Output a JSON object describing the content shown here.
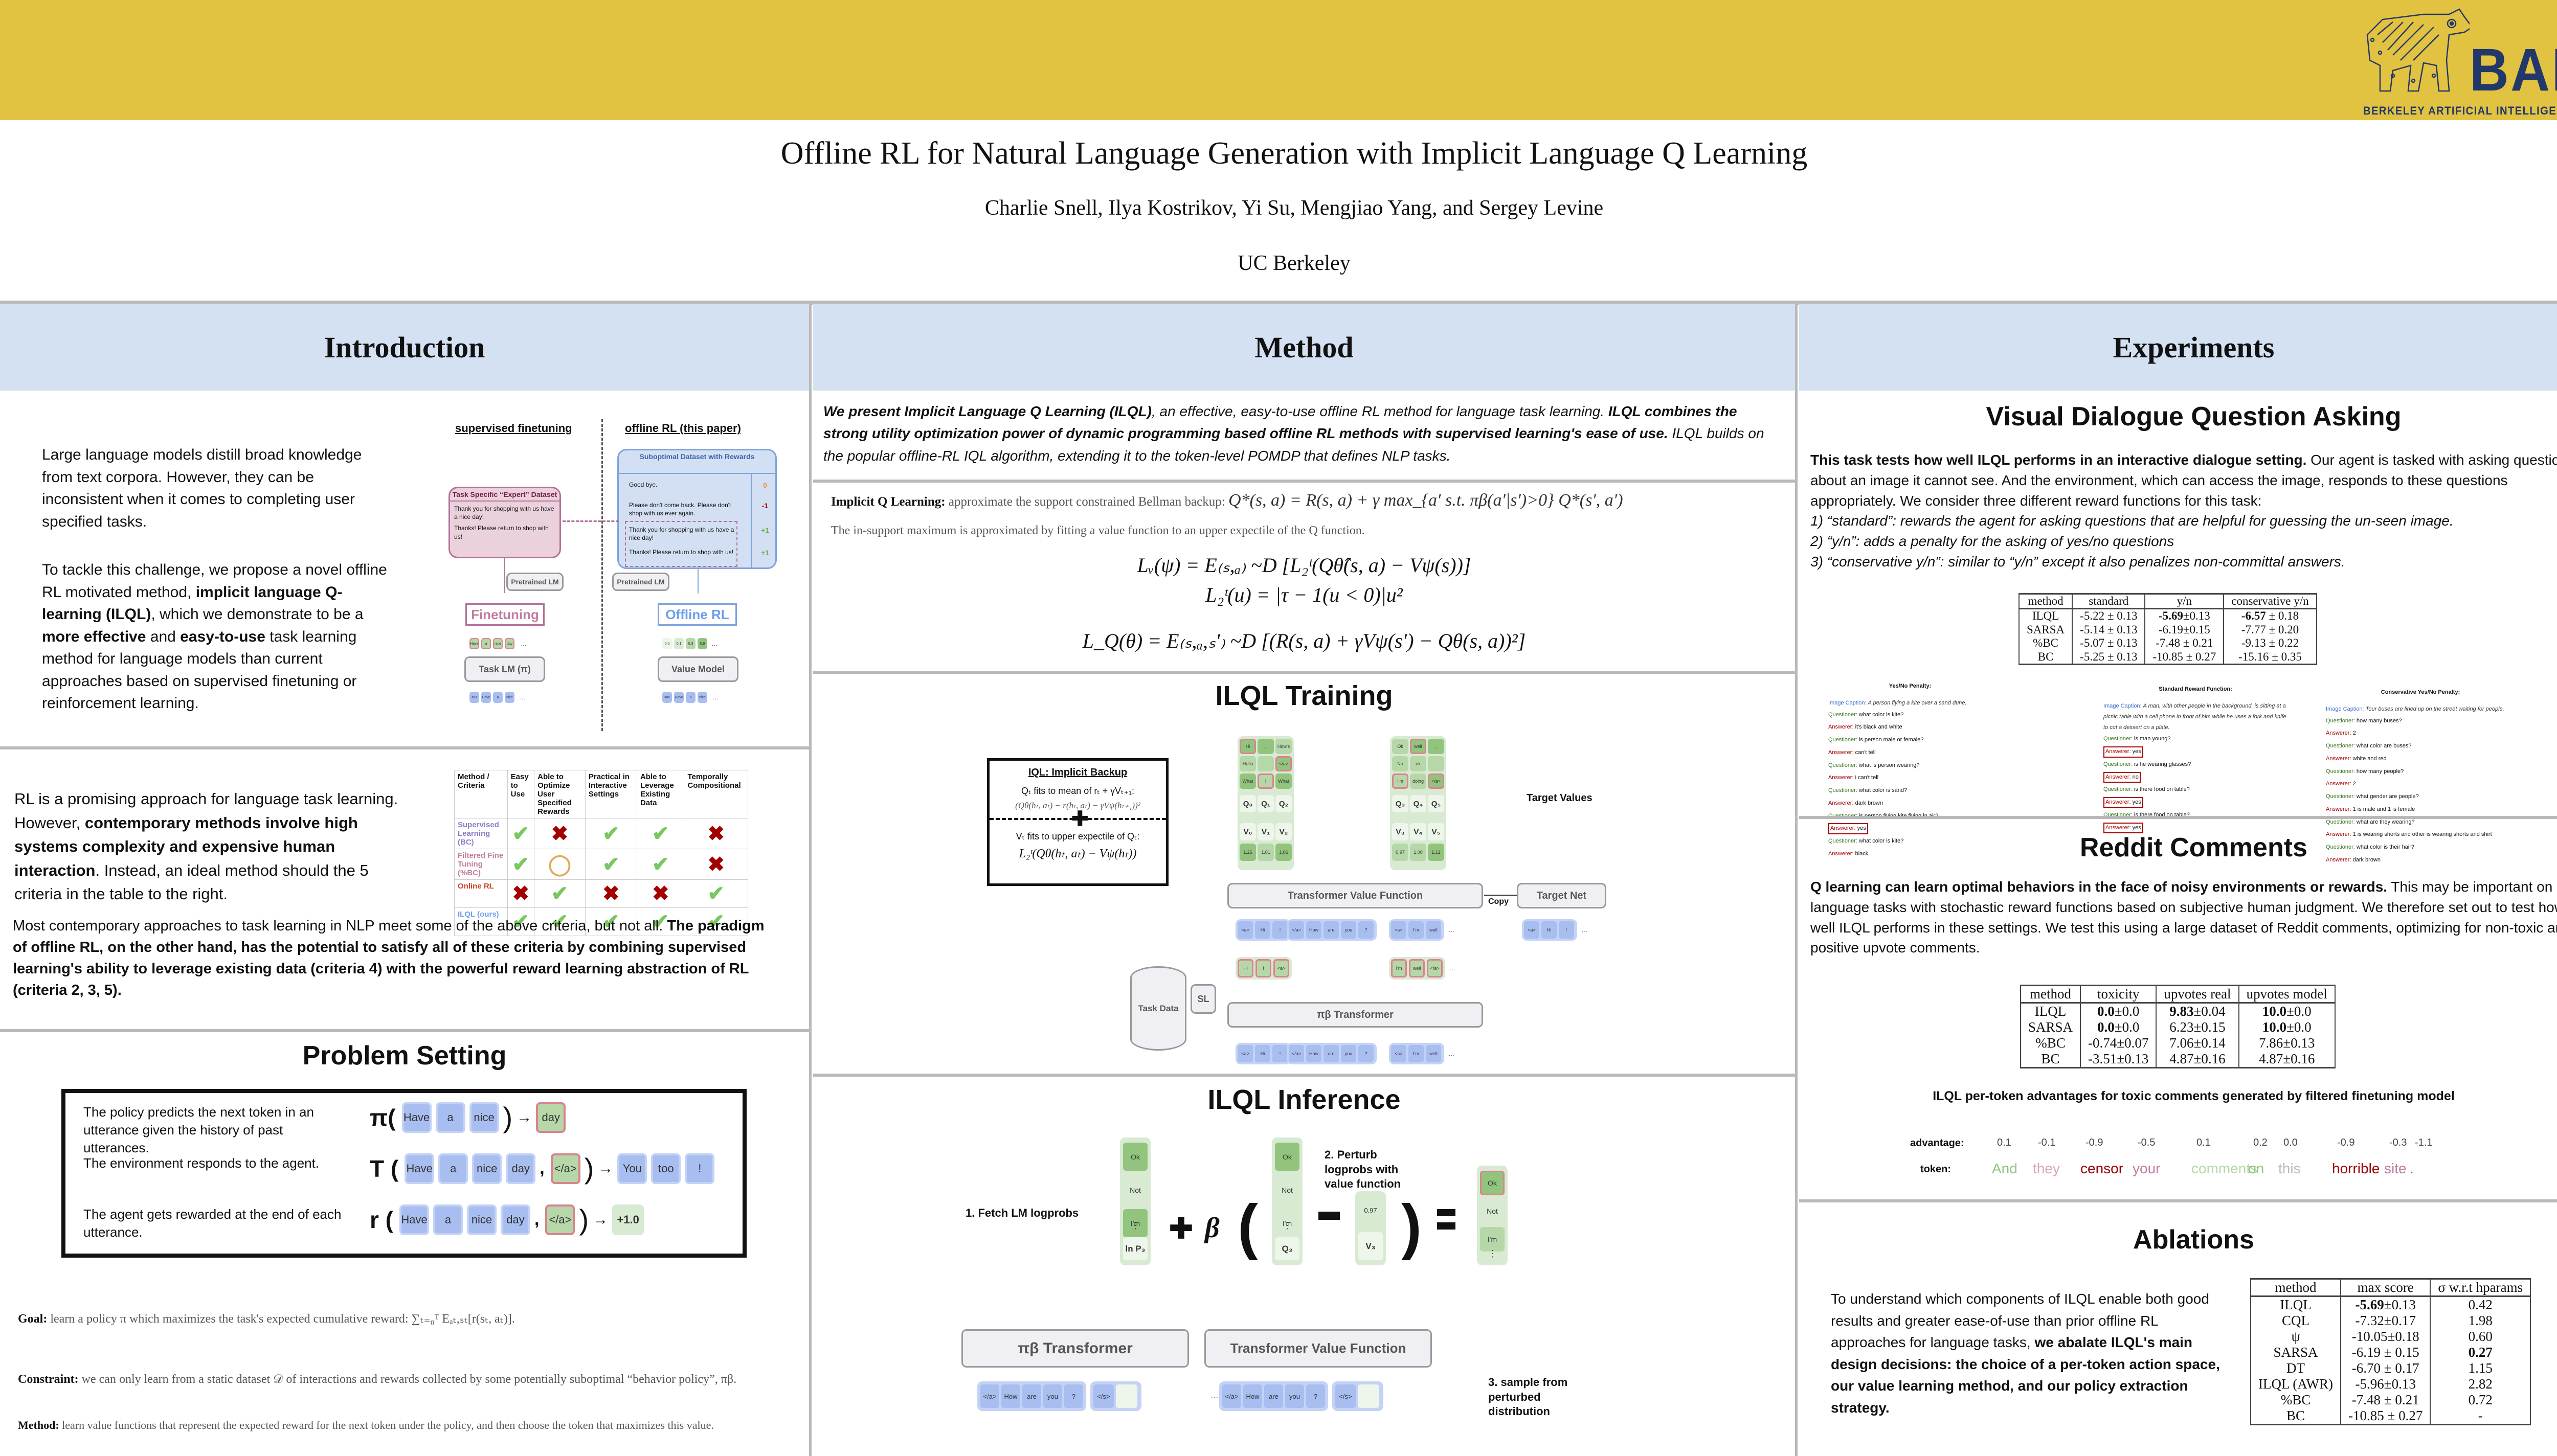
{
  "header": {
    "title": "Offline RL for Natural Language Generation with Implicit Language Q Learning",
    "authors": "Charlie Snell, Ilya Kostrikov, Yi Su, Mengjiao Yang, and Sergey Levine",
    "affiliation": "UC Berkeley",
    "logo_text": "BAIR",
    "logo_subtext": "BERKELEY ARTIFICIAL INTELLIGENCE RESEARCH",
    "banner_color": "#e2c241",
    "logo_color": "#22376a"
  },
  "columns": {
    "intro": "Introduction",
    "method": "Method",
    "experiments": "Experiments"
  },
  "intro": {
    "p1": "Large language models distill broad knowledge from text corpora. However, they can be inconsistent when it comes to completing user specified tasks.",
    "p2_a": "To tackle this challenge, we propose a novel offline RL motivated method, ",
    "p2_b": "implicit language Q-learning (ILQL)",
    "p2_c": ", which we demonstrate to be a ",
    "p2_d": "more effective",
    "p2_e": " and ",
    "p2_f": "easy-to-use",
    "p2_g": " task learning method for language models than current approaches based on supervised finetuning or reinforcement learning.",
    "figure": {
      "left_label": "supervised finetuning",
      "right_label": "offline RL (this paper)",
      "expert_title": "Task Specific “Expert” Dataset",
      "expert_lines": [
        "Thank you for shopping with us have a nice day!",
        "Thanks! Please return to shop with us!"
      ],
      "subopt_title": "Suboptimal Dataset with Rewards",
      "subopt_rows": [
        {
          "text": "Good bye.",
          "reward": "0",
          "color": "#e69138"
        },
        {
          "text": "Please don't come back. Please don't shop with us ever again.",
          "reward": "-1",
          "color": "#a40000"
        },
        {
          "text": "Thank you for shopping with us have a nice day!",
          "reward": "+1",
          "color": "#6aa84f"
        },
        {
          "text": "Thanks! Please return to shop with us!",
          "reward": "+1",
          "color": "#6aa84f"
        }
      ],
      "pretrained_lm": "Pretrained LM",
      "finetuning": "Finetuning",
      "offline_rl": "Offline RL",
      "task_lm": "Task LM (π)",
      "value_model": "Value Model",
      "out_tokens": [
        "Have",
        "a",
        "nice",
        "day"
      ],
      "values": [
        "0.0",
        "0.1",
        "0.3",
        "0.9"
      ],
      "in_tokens": [
        "<a>",
        "Have",
        "a",
        "nice"
      ],
      "ellipsis": "…"
    },
    "p3_a": "RL is a promising approach for language task learning. However, ",
    "p3_b": "contemporary methods involve high systems complexity and expensive human interaction",
    "p3_c": ". Instead, an ideal method should the 5 criteria in the table to the right.",
    "criteria_table": {
      "headers": [
        "Method / Criteria",
        "Easy to Use",
        "Able to Optimize User Specified Rewards",
        "Practical in Interactive Settings",
        "Able to Leverage Existing Data",
        "Temporally Compositional"
      ],
      "rows": [
        {
          "method": "Supervised Learning (BC)",
          "color": "#8e7cc3",
          "marks": [
            "check",
            "cross",
            "check",
            "check",
            "cross"
          ]
        },
        {
          "method": "Filtered Fine Tuning (%BC)",
          "color": "#c27ba0",
          "marks": [
            "check",
            "circle",
            "check",
            "check",
            "cross"
          ]
        },
        {
          "method": "Online RL",
          "color": "#cc4125",
          "marks": [
            "cross",
            "check",
            "cross",
            "cross",
            "check"
          ]
        },
        {
          "method": "ILQL (ours)",
          "color": "#6d9eeb",
          "marks": [
            "check",
            "check",
            "check",
            "check",
            "check"
          ]
        }
      ],
      "glyphs": {
        "check": "✔",
        "cross": "✖",
        "circle": "◯"
      }
    },
    "p4_a": "Most contemporary approaches to task learning in NLP meet some of the above criteria, but not all. ",
    "p4_b": "The paradigm of offline RL, on the other hand, has the potential to satisfy all of these criteria by combining supervised learning's ability to leverage existing data (criteria 4) with the powerful reward learning abstraction of RL (criteria 2, 3, 5)."
  },
  "problem": {
    "title": "Problem Setting",
    "rows": [
      {
        "desc": "The policy predicts the next token in an utterance given the history of past utterances.",
        "sym": "π(",
        "in": [
          "Have",
          "a",
          "nice"
        ],
        "sep": "",
        "out": [
          "day"
        ]
      },
      {
        "desc": "The environment responds to the agent.",
        "sym": "T (",
        "in": [
          "Have",
          "a",
          "nice",
          "day"
        ],
        "sep": "</a>",
        "out": [
          "You",
          "too",
          "!"
        ]
      },
      {
        "desc": "The agent gets rewarded at the end of each utterance.",
        "sym": "r (",
        "in": [
          "Have",
          "a",
          "nice",
          "day"
        ],
        "sep": "</a>",
        "out": [
          "+1.0"
        ]
      }
    ],
    "goal_label": "Goal:",
    "goal_text": "learn a policy π which maximizes the task's expected cumulative reward:  ∑ₜ₌₀ᵀ Eₐₜ,ₛₜ[r(sₜ, aₜ)].",
    "constraint_label": "Constraint:",
    "constraint_text": "we can only learn from a static dataset 𝒟 of interactions and rewards collected by some potentially suboptimal “behavior policy”, πβ.",
    "method_label": "Method:",
    "method_text": "learn value functions that represent the expected reward for the next token under the policy, and then choose the token that maximizes this value."
  },
  "method": {
    "intro_a": "We present Implicit Language Q Learning (ILQL)",
    "intro_b": ", an effective, easy-to-use offline RL method for language task learning. ",
    "intro_c": "ILQL combines the strong utility optimization power of dynamic programming based offline RL methods with supervised learning's ease of use.",
    "intro_d": " ILQL builds on the popular offline-RL IQL algorithm, extending it to the token-level POMDP that defines NLP tasks.",
    "iql_label": "Implicit Q Learning:",
    "iql_text": "approximate the support constrained Bellman backup:",
    "bellman": "Q*(s, a) = R(s, a) + γ max_{a′ s.t. πβ(a′|s′)>0} Q*(s′, a′)",
    "insupport": "The in-support maximum is approximated by fitting a value function to an upper expectile of the Q function.",
    "eq_lv": "Lᵥ(ψ) = E₍ₛ,ₐ₎ ~D [L₂ᵗ(Qθ̂(s, a) − Vψ(s))]",
    "eq_l2": "L₂ᵗ(u) = |τ − 1(u < 0)|u²",
    "eq_lq": "L_Q(θ) = E₍ₛ,ₐ,ₛ′₎ ~D [(R(s, a) + γVψ(s′) − Qθ(s, a))²]",
    "training": {
      "title": "ILQL Training",
      "backup_title": "IQL: Implicit Backup",
      "q_line": "Qₜ fits to mean of rₜ + γVₜ₊₁:",
      "q_eq": "(Qθ(hₜ, aₜ) − r(hₜ, aₜ) − γVψ(hₜ₊₁))²",
      "v_line": "Vₜ fits to upper expectile of Qₜ:",
      "v_eq": "L₂ᵗ(Qθ(hₜ, aₜ) − Vψ(hₜ))",
      "left_grid": [
        [
          "Hi",
          ",",
          "How's"
        ],
        [
          "Hello",
          ".",
          "</a>"
        ],
        [
          "What",
          "!",
          "What"
        ]
      ],
      "right_grid": [
        [
          "Ok",
          "well",
          ","
        ],
        [
          "No",
          "ok",
          "."
        ],
        [
          "I'm",
          "doing",
          "</a>"
        ]
      ],
      "q_left": [
        "Q₀",
        "Q₁",
        "Q₂"
      ],
      "q_right": [
        "Q₃",
        "Q₄",
        "Q₅"
      ],
      "v_left": [
        "V₀",
        "V₁",
        "V₂"
      ],
      "v_right": [
        "V₃",
        "V₄",
        "V₅"
      ],
      "vals_left": [
        "1.26",
        "1.01",
        "1.06"
      ],
      "vals_right": [
        "0.97",
        "1.00",
        "1.12"
      ],
      "target_values": "Target Values",
      "value_fn": "Transformer Value Function",
      "copy": "Copy",
      "target_net": "Target Net",
      "task_data": "Task Data",
      "sl": "SL",
      "pi_transformer": "πβ Transformer",
      "seq1": [
        "<a>",
        "Hi",
        "!"
      ],
      "seq2": [
        "</a>",
        "How",
        "are",
        "you",
        "?"
      ],
      "seq3": [
        "<s>",
        "I'm",
        "well"
      ],
      "target_seq": [
        "<a>",
        "Hi",
        "!"
      ],
      "pi_out1": [
        "Hi",
        "!",
        "<a>"
      ],
      "pi_out2": [
        "I'm",
        "well",
        "</a>"
      ],
      "ellipsis": "…"
    },
    "inference": {
      "title": "ILQL Inference",
      "step1": "1. Fetch LM logprobs",
      "step2": "2. Perturb logprobs with value function",
      "step3": "3. sample from perturbed distribution",
      "col_tokens": [
        "Ok",
        "Not",
        "I'm"
      ],
      "lnp": "ln P₃",
      "q3": "Q₃",
      "v3": "V₃",
      "v3_val": "0.97",
      "beta": "β",
      "pi_transformer": "πβ Transformer",
      "value_fn": "Transformer Value Function",
      "seq": [
        "</a>",
        "How",
        "are",
        "you",
        "?"
      ],
      "end": "</s>",
      "ellipsis": "…"
    }
  },
  "experiments": {
    "vd": {
      "title": "Visual Dialogue Question Asking",
      "p_bold": "This task tests how well ILQL performs in an interactive dialogue setting.",
      "p_rest": " Our agent is tasked with asking questions about an image it cannot see. And the environment, which can access the image, responds to these questions appropriately. We consider three different reward functions for this task:",
      "items": [
        "1) “standard”: rewards the agent for asking questions that are helpful for guessing the un-seen image.",
        "2) “y/n”: adds a penalty for the asking of yes/no questions",
        "3) “conservative y/n”: similar to “y/n” except it also penalizes non-committal answers."
      ],
      "table": {
        "headers": [
          "method",
          "standard",
          "y/n",
          "conservative y/n"
        ],
        "rows": [
          {
            "cells": [
              "ILQL",
              "-5.22 ± 0.13",
              "-5.69±0.13",
              "-6.57 ± 0.18"
            ],
            "bold_prefix": [
              null,
              null,
              "-5.69",
              "-6.57"
            ]
          },
          {
            "cells": [
              "SARSA",
              "-5.14 ± 0.13",
              "-6.19±0.15",
              "-7.77 ± 0.20"
            ]
          },
          {
            "cells": [
              "%BC",
              "-5.07 ± 0.13",
              "-7.48 ± 0.21",
              "-9.13 ± 0.22"
            ]
          },
          {
            "cells": [
              "BC",
              "-5.25 ± 0.13",
              "-10.85 ± 0.27",
              "-15.16 ± 0.35"
            ]
          }
        ]
      },
      "dialogues": [
        {
          "title": "Yes/No Penalty:",
          "caption": "A person flying a kite over a sand dune.",
          "turns": [
            [
              "Questioner",
              "what color is kite?",
              false
            ],
            [
              "Answerer",
              "it's black and white",
              false
            ],
            [
              "Questioner",
              "is person male or female?",
              false
            ],
            [
              "Answerer",
              "can't tell",
              false
            ],
            [
              "Questioner",
              "what is person wearing?",
              false
            ],
            [
              "Answerer",
              "i can't tell",
              false
            ],
            [
              "Questioner",
              "what color is sand?",
              false
            ],
            [
              "Answerer",
              "dark brown",
              false
            ],
            [
              "Questioner",
              "is person flying kite flying in air?",
              false
            ],
            [
              "Answerer",
              "yes",
              true
            ],
            [
              "Questioner",
              "what color is kite?",
              false
            ],
            [
              "Answerer",
              "black",
              false
            ]
          ]
        },
        {
          "title": "Standard Reward Function:",
          "caption": "A man, with other people in the background, is sitting at a picnic table with a cell phone in front of him while he uses a fork and knife to cut a dessert on a plate.",
          "turns": [
            [
              "Questioner",
              "is man young?",
              false
            ],
            [
              "Answerer",
              "yes",
              true
            ],
            [
              "Questioner",
              "is he wearing glasses?",
              false
            ],
            [
              "Answerer",
              "no",
              true
            ],
            [
              "Questioner",
              "is there food on table?",
              false
            ],
            [
              "Answerer",
              "yes",
              true
            ],
            [
              "Questioner",
              "is there food on table?",
              false
            ],
            [
              "Answerer",
              "yes",
              true
            ]
          ]
        },
        {
          "title": "Conservative Yes/No Penalty:",
          "caption": "Tour buses are lined up on the street waiting for people.",
          "turns": [
            [
              "Questioner",
              "how many buses?",
              false
            ],
            [
              "Answerer",
              "2",
              false
            ],
            [
              "Questioner",
              "what color are buses?",
              false
            ],
            [
              "Answerer",
              "white and red",
              false
            ],
            [
              "Questioner",
              "how many people?",
              false
            ],
            [
              "Answerer",
              "2",
              false
            ],
            [
              "Questioner",
              "what gender are people?",
              false
            ],
            [
              "Answerer",
              "1 is male and 1 is female",
              false
            ],
            [
              "Questioner",
              "what are they wearing?",
              false
            ],
            [
              "Answerer",
              "1 is wearing shorts and other is wearing shorts and shirt",
              false
            ],
            [
              "Questioner",
              "what color is their hair?",
              false
            ],
            [
              "Answerer",
              "dark brown",
              false
            ]
          ]
        }
      ],
      "caption_label": "Image Caption:"
    },
    "reddit": {
      "title": "Reddit Comments",
      "p_bold": "Q learning can learn optimal behaviors in the face of noisy environments or rewards.",
      "p_rest": " This may be important on language tasks with stochastic reward functions based on subjective human judgment. We therefore set out to test how well ILQL performs in these settings. We test this using a large dataset of Reddit comments, optimizing for non-toxic and positive upvote comments.",
      "table": {
        "headers": [
          "method",
          "toxicity",
          "upvotes real",
          "upvotes model"
        ],
        "rows": [
          {
            "cells": [
              "ILQL",
              "0.0±0.0",
              "9.83±0.04",
              "10.0±0.0"
            ],
            "bold_prefix": [
              null,
              "0.0",
              "9.83",
              "10.0"
            ]
          },
          {
            "cells": [
              "SARSA",
              "0.0±0.0",
              "6.23±0.15",
              "10.0±0.0"
            ],
            "bold_prefix": [
              null,
              "0.0",
              null,
              "10.0"
            ]
          },
          {
            "cells": [
              "%BC",
              "-0.74±0.07",
              "7.06±0.14",
              "7.86±0.13"
            ]
          },
          {
            "cells": [
              "BC",
              "-3.51±0.13",
              "4.87±0.16",
              "4.87±0.16"
            ]
          }
        ]
      },
      "adv_title": "ILQL per-token advantages for toxic comments generated by filtered finetuning model",
      "adv_label": "advantage:",
      "token_label": "token:",
      "tokens": [
        {
          "t": "And",
          "a": "0.1",
          "c": "#93c47d"
        },
        {
          "t": "they",
          "a": "-0.1",
          "c": "#d5a6bd"
        },
        {
          "t": "censor",
          "a": "-0.9",
          "c": "#990000"
        },
        {
          "t": "your",
          "a": "-0.5",
          "c": "#c27ba0"
        },
        {
          "t": "comments",
          "a": "0.1",
          "c": "#b6d7a8"
        },
        {
          "t": "on",
          "a": "0.2",
          "c": "#93c47d"
        },
        {
          "t": "this",
          "a": "0.0",
          "c": "#bbbbbb"
        },
        {
          "t": "horrible",
          "a": "-0.9",
          "c": "#990000"
        },
        {
          "t": "site",
          "a": "-0.3",
          "c": "#c27ba0"
        },
        {
          "t": ".",
          "a": "-1.1",
          "c": "#666666"
        }
      ]
    },
    "ablations": {
      "title": "Ablations",
      "p_a": "To understand which components of ILQL enable both good results and greater ease-of-use than prior offline RL approaches for language tasks, ",
      "p_b": "we abalate ILQL's main design decisions: the choice of a per-token action space, our value learning method, and our policy extraction strategy.",
      "table": {
        "headers": [
          "method",
          "max score",
          "σ w.r.t hparams"
        ],
        "rows": [
          {
            "cells": [
              "ILQL",
              "-5.69±0.13",
              "0.42"
            ],
            "bold_prefix": [
              null,
              "-5.69",
              null
            ]
          },
          {
            "cells": [
              "CQL",
              "-7.32±0.17",
              "1.98"
            ]
          },
          {
            "cells": [
              "ψ",
              "-10.05±0.18",
              "0.60"
            ]
          },
          {
            "cells": [
              "SARSA",
              "-6.19 ± 0.15",
              "0.27"
            ],
            "bold_prefix": [
              null,
              null,
              "0.27"
            ]
          },
          {
            "cells": [
              "DT",
              "-6.70 ± 0.17",
              "1.15"
            ]
          },
          {
            "cells": [
              "ILQL (AWR)",
              "-5.96±0.13",
              "2.82"
            ]
          },
          {
            "cells": [
              "%BC",
              "-7.48 ± 0.21",
              "0.72"
            ]
          },
          {
            "cells": [
              "BC",
              "-10.85 ± 0.27",
              "-"
            ]
          }
        ]
      }
    }
  }
}
